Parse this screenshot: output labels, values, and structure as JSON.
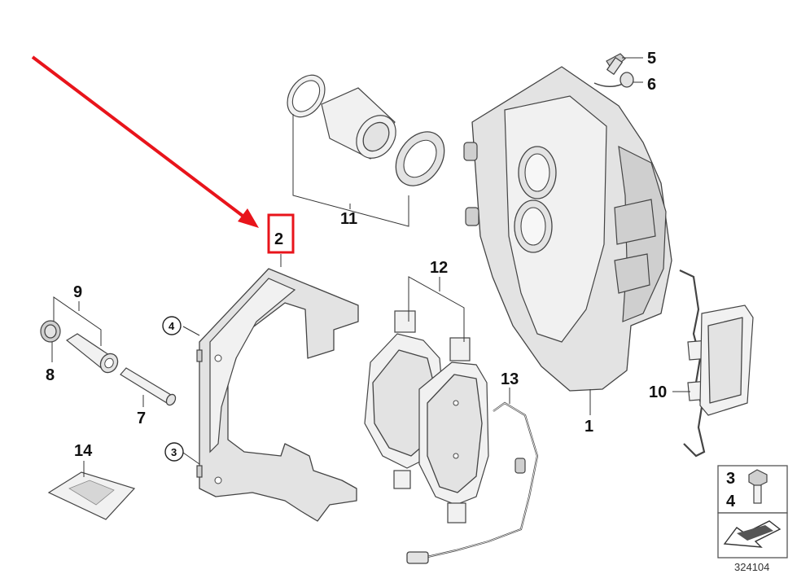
{
  "diagram_id": "324104",
  "labels": {
    "l1": "1",
    "l2": "2",
    "l3": "3",
    "l4": "4",
    "l5": "5",
    "l6": "6",
    "l7": "7",
    "l8": "8",
    "l9": "9",
    "l10": "10",
    "l11": "11",
    "l12": "12",
    "l13": "13",
    "l14": "14"
  },
  "circled": {
    "c4": "4",
    "c3": "3"
  },
  "legend": {
    "top": "3",
    "bottom": "4"
  },
  "colors": {
    "highlight": "#e8141b",
    "arrow": "#e8141b",
    "line": "#333333",
    "part_fill": "#e3e3e3"
  }
}
